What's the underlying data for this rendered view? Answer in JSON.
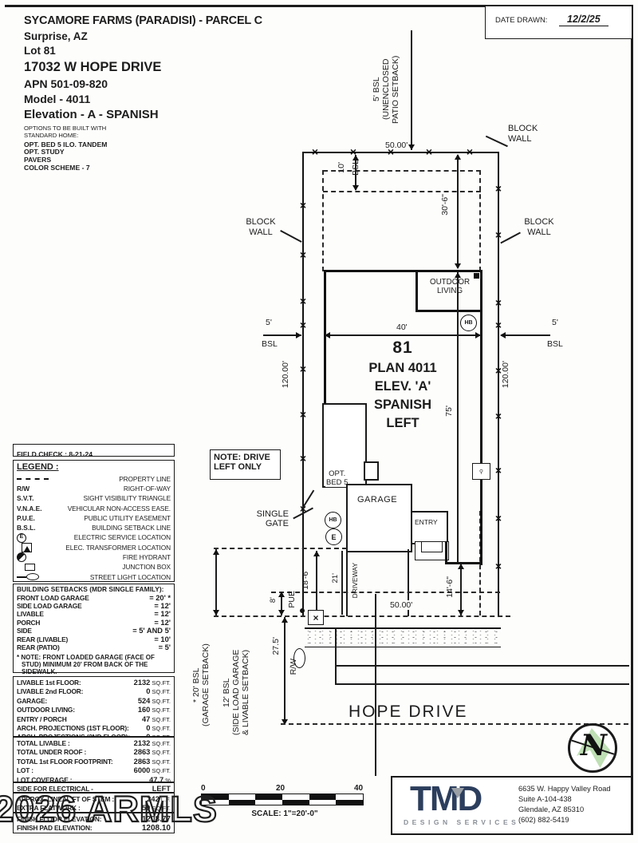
{
  "symbols": {
    "x": "×"
  },
  "watermark": "2026 ARMLS",
  "date_box": {
    "label": "DATE DRAWN:",
    "value": "12/2/25"
  },
  "header": {
    "title": "SYCAMORE FARMS (PARADISI) - PARCEL C",
    "city": "Surprise, AZ",
    "lot": "Lot  81",
    "address": "17032 W HOPE DRIVE",
    "apn": "APN  501-09-820",
    "model": "Model -  4011",
    "elevation": "Elevation -  A - SPANISH",
    "options_intro1": "OPTIONS TO BE BUILT WITH",
    "options_intro2": "STANDARD HOME:",
    "options": [
      "OPT. BED 5 ILO. TANDEM",
      "OPT. STUDY",
      "PAVERS",
      "COLOR SCHEME - 7"
    ]
  },
  "left_panel": {
    "field_check": "FIELD CHECK : 8-21-24",
    "legend": {
      "title": "LEGEND :",
      "rows": [
        {
          "sym": "",
          "label": "PROPERTY LINE"
        },
        {
          "sym": "R/W",
          "label": "RIGHT-OF-WAY"
        },
        {
          "sym": "S.V.T.",
          "label": "SIGHT VISIBILITY TRIANGLE"
        },
        {
          "sym": "V.N.A.E.",
          "label": "VEHICULAR NON-ACCESS EASE."
        },
        {
          "sym": "P.U.E.",
          "label": "PUBLIC UTILITY EASEMENT"
        },
        {
          "sym": "B.S.L.",
          "label": "BUILDING SETBACK LINE"
        },
        {
          "sym": "E",
          "label": "ELECTRIC SERVICE LOCATION"
        },
        {
          "sym": "",
          "label": "ELEC. TRANSFORMER LOCATION"
        },
        {
          "sym": "",
          "label": "FIRE HYDRANT"
        },
        {
          "sym": "",
          "label": "JUNCTION BOX"
        },
        {
          "sym": "",
          "label": "STREET LIGHT LOCATION"
        }
      ]
    },
    "setbacks": {
      "title": "BUILDING SETBACKS (MDR SINGLE FAMILY):",
      "rows": [
        {
          "label": "FRONT LOAD GARAGE",
          "value": "= 20' *"
        },
        {
          "label": "SIDE LOAD GARAGE",
          "value": "= 12'"
        },
        {
          "label": "LIVABLE",
          "value": "= 12'"
        },
        {
          "label": "PORCH",
          "value": "= 12'"
        },
        {
          "label": "SIDE",
          "value": "= 5' AND 5'"
        },
        {
          "label": "REAR (LIVABLE)",
          "value": "= 10'"
        },
        {
          "label": "REAR (PATIO)",
          "value": "= 5'"
        }
      ],
      "note1": "* NOTE: FRONT LOADED GARAGE (FACE OF",
      "note2": "STUD) MINIMUM 20' FROM BACK OF THE",
      "note3": "SIDEWALK."
    },
    "areas": {
      "rows": [
        {
          "label": "LIVABLE 1st FLOOR:",
          "value": "2132",
          "unit": "SQ.FT."
        },
        {
          "label": "LIVABLE 2nd FLOOR:",
          "value": "0",
          "unit": "SQ.FT."
        },
        {
          "label": "GARAGE:",
          "value": "524",
          "unit": "SQ.FT."
        },
        {
          "label": "OUTDOOR LIVING:",
          "value": "160",
          "unit": "SQ.FT."
        },
        {
          "label": "ENTRY / PORCH",
          "value": "47",
          "unit": "SQ.FT."
        },
        {
          "label": "ARCH. PROJECTIONS (1ST FLOOR):",
          "value": "0",
          "unit": "SQ.FT."
        },
        {
          "label": "ARCH. PROJECTIONS (2ND FLOOR):",
          "value": "0",
          "unit": "SQ.FT."
        }
      ]
    },
    "totals": {
      "rows": [
        {
          "label": "TOTAL LIVABLE :",
          "value": "2132",
          "unit": "SQ.FT."
        },
        {
          "label": "TOTAL UNDER ROOF :",
          "value": "2863",
          "unit": "SQ.FT."
        },
        {
          "label": "TOTAL 1st FLOOR FOOTPRINT:",
          "value": "2863",
          "unit": "SQ.FT."
        },
        {
          "label": "LOT :",
          "value": "6000",
          "unit": "SQ.FT."
        },
        {
          "label": "LOT COVERAGE :",
          "value": "47.7",
          "unit": "%"
        }
      ]
    },
    "electrical": {
      "label": "SIDE FOR ELECTRICAL -",
      "value": "LEFT"
    },
    "stem": {
      "rows": [
        {
          "label": "APPROX. LINEAL FT OF STEM :",
          "value": "242",
          "unit": "L.F."
        },
        {
          "label": "EXTRA FLATWORK :",
          "value": "59",
          "unit": "SQ.FT."
        }
      ]
    },
    "elevations": {
      "rows": [
        {
          "label": "FINISH FLOOR ELEVATION:",
          "value": "1208.77"
        },
        {
          "label": "FINISH PAD ELEVATION:",
          "value": "1208.10"
        }
      ]
    }
  },
  "plan": {
    "dims": {
      "d50_top": "50.00'",
      "d50_bot": "50.00'",
      "d40": "40'",
      "d120_l": "120.00'",
      "d120_r": "120.00'",
      "d75": "75'",
      "d30_6": "30'-6\"",
      "d14_6": "14'-6\"",
      "d18_6": "18'-6\"",
      "d21": "21'",
      "d8": "8'",
      "d27_5": "27.5'",
      "d10": "10'",
      "d5_l": "5'",
      "d5_r": "5'"
    },
    "labels": {
      "bsl": "BSL",
      "pue": "PUE",
      "rw": "R/W",
      "block_wall": "BLOCK WALL",
      "outdoor_living": "OUTDOOR LIVING",
      "garage": "GARAGE",
      "entry": "ENTRY",
      "driveway": "DRIVEWAY",
      "hb": "HB",
      "e": "E",
      "single_gate_1": "SINGLE",
      "single_gate_2": "GATE",
      "opt_bed_1": "OPT.",
      "opt_bed_2": "BED 5",
      "street": "HOPE DRIVE"
    },
    "patio_setback": {
      "line1": "5' BSL",
      "line2": "(UNENCLOSED",
      "line3": "PATIO SETBACK)"
    },
    "center": {
      "lot": "81",
      "plan": "PLAN 4011",
      "elev": "ELEV. 'A'",
      "style": "SPANISH",
      "side": "LEFT"
    },
    "note": {
      "line1": "NOTE: DRIVE",
      "line2": "LEFT ONLY"
    },
    "setback_labels": {
      "garage_1": "* 20' BSL",
      "garage_2": "(GARAGE SETBACK)",
      "side_1": "12' BSL",
      "side_2": "(SIDE LOAD GARAGE",
      "side_3": "& LIVABLE SETBACK)"
    }
  },
  "scale_bar": {
    "t0": "0",
    "t20": "20",
    "t40": "40",
    "label": "SCALE:  1\"=20'-0\""
  },
  "firm": {
    "logo": "TMD",
    "tagline": "DESIGN SERVICES",
    "address1": "6635 W. Happy Valley Road",
    "address2": "Suite A-104-438",
    "address3": "Glendale, AZ 85310",
    "phone": "(602) 882-5419"
  },
  "compass": {
    "letter": "N"
  }
}
